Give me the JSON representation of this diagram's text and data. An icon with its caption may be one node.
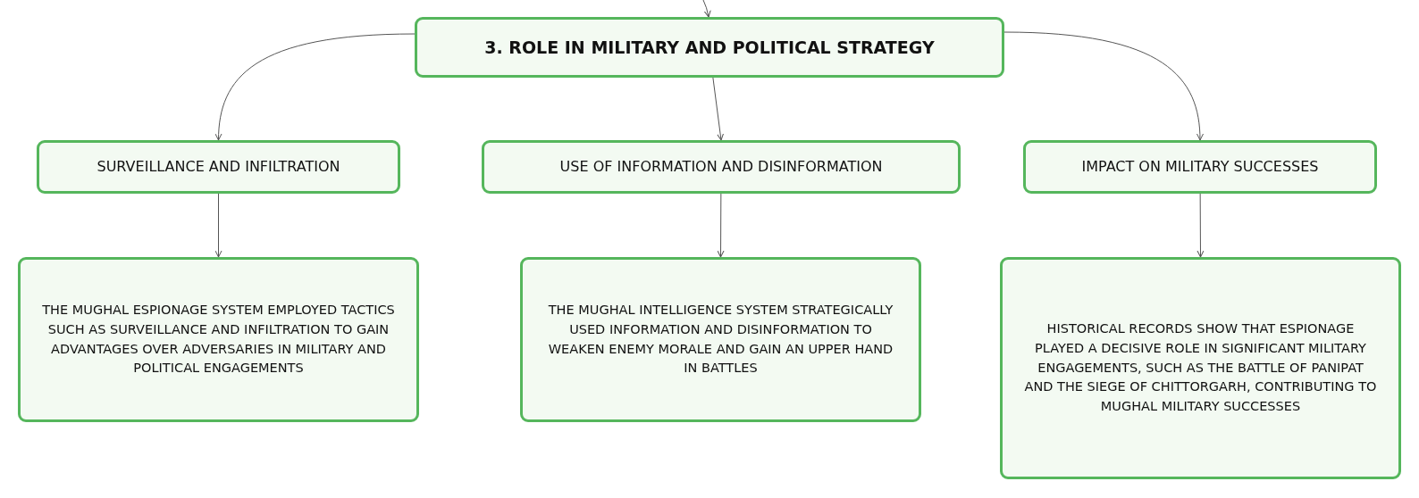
{
  "diagram": {
    "nodes": [
      {
        "text": [
          "3. ROLE IN MILITARY AND POLITICAL STRATEGY"
        ]
      },
      {
        "text": [
          "SURVEILLANCE AND INFILTRATION"
        ]
      },
      {
        "text": [
          "USE OF INFORMATION AND DISINFORMATION"
        ]
      },
      {
        "text": [
          "IMPACT ON MILITARY SUCCESSES"
        ]
      },
      {
        "text": [
          "THE MUGHAL ESPIONAGE SYSTEM EMPLOYED TACTICS SUCH AS SURVEILLANCE AND INFILTRATION TO GAIN ADVANTAGES OVER ADVERSARIES IN MILITARY AND POLITICAL ENGAGEMENTS"
        ]
      },
      {
        "text": [
          "THE MUGHAL INTELLIGENCE SYSTEM STRATEGICALLY USED INFORMATION AND DISINFORMATION TO WEAKEN ENEMY MORALE AND GAIN AN UPPER HAND IN BATTLES"
        ]
      },
      {
        "text": [
          "HISTORICAL RECORDS SHOW THAT ESPIONAGE PLAYED A DECISIVE ROLE IN SIGNIFICANT MILITARY ENGAGEMENTS, SUCH AS THE BATTLE OF PANIPAT AND THE SIEGE OF CHITTORGARH, CONTRIBUTING TO MUGHAL MILITARY SUCCESSES"
        ]
      }
    ],
    "edges": [
      {
        "from": null,
        "to": 0,
        "arrow": "to"
      },
      {
        "from": 0,
        "to": 1,
        "arrow": "to"
      },
      {
        "from": 0,
        "to": 2,
        "arrow": "to"
      },
      {
        "from": 0,
        "to": 3,
        "arrow": "to"
      },
      {
        "from": 1,
        "to": 4,
        "arrow": "to"
      },
      {
        "from": 2,
        "to": 5,
        "arrow": "to"
      },
      {
        "from": 3,
        "to": 6,
        "arrow": "to"
      }
    ]
  }
}
